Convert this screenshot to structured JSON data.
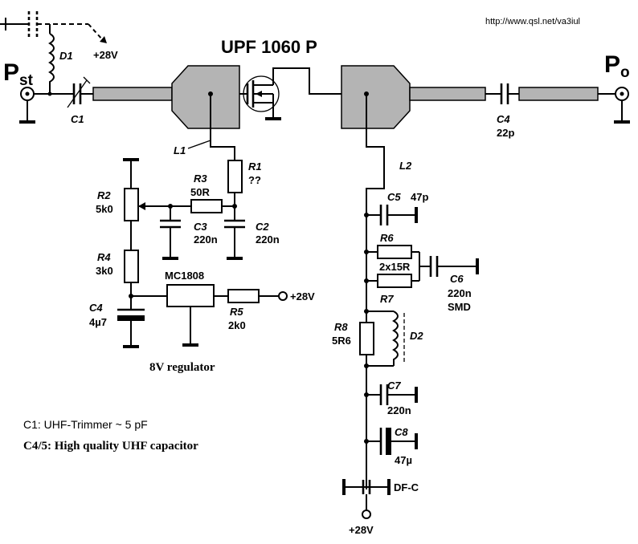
{
  "title": "UPF 1060 P",
  "url": "http://www.qsl.net/va3iul",
  "ports": {
    "input_main": "P",
    "input_sub": "st",
    "output_main": "P",
    "output_sub": "o"
  },
  "labels": {
    "top_supply": "+28V",
    "d1": "D1",
    "c1": "C1",
    "l1": "L1",
    "l2": "L2",
    "c4_out_name": "C4",
    "c4_out_value": "22p",
    "r1_name": "R1",
    "r1_value": "??",
    "r2_name": "R2",
    "r2_value": "5k0",
    "r3_name": "R3",
    "r3_value": "50R",
    "c3_name": "C3",
    "c3_value": "220n",
    "c2_name": "C2",
    "c2_value": "220n",
    "r4_name": "R4",
    "r4_value": "3k0",
    "reg_name": "MC1808",
    "reg_supply": "+28V",
    "c4b_name": "C4",
    "c4b_value": "4µ7",
    "r5_name": "R5",
    "r5_value": "2k0",
    "reg_caption": "8V regulator",
    "c5_name": "C5",
    "c5_value": "47p",
    "r6_name": "R6",
    "r6_value": "2x15R",
    "r7_name": "R7",
    "c6_name": "C6",
    "c6_value": "220n",
    "c6_type": "SMD",
    "r8_name": "R8",
    "r8_value": "5R6",
    "d2": "D2",
    "c7_name": "C7",
    "c7_value": "220n",
    "c8_name": "C8",
    "c8_value": "47µ",
    "dfc": "DF-C",
    "bottom_supply": "+28V"
  },
  "notes": {
    "note1": "C1: UHF-Trimmer ~ 5 pF",
    "note2": "C4/5: High quality UHF capacitor"
  }
}
